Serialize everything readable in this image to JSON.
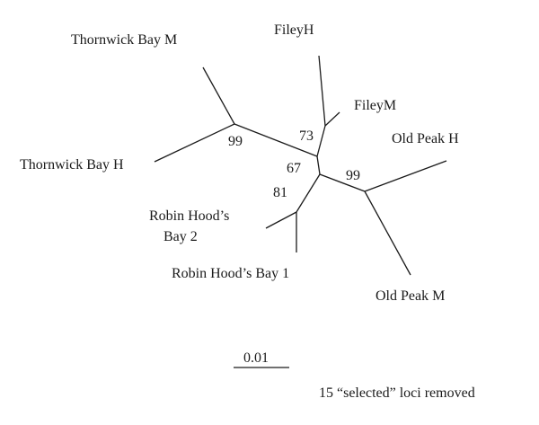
{
  "taxa": {
    "thornwick_bay_m": "Thornwick Bay M",
    "thornwick_bay_h": "Thornwick Bay H",
    "filey_h": "FileyH",
    "filey_m": "FileyM",
    "old_peak_h": "Old Peak H",
    "old_peak_m": "Old Peak M",
    "robin_hoods_bay_2_line1": "Robin Hood’s",
    "robin_hoods_bay_2_line2": "Bay 2",
    "robin_hoods_bay_1": "Robin Hood’s Bay 1"
  },
  "bootstrap": {
    "thornwick_node": "99",
    "filey_node": "73",
    "central_node": "67",
    "robin_hood_node": "81",
    "old_peak_node": "99"
  },
  "scale_bar": {
    "label": "0.01"
  },
  "note": "15 “selected” loci removed"
}
